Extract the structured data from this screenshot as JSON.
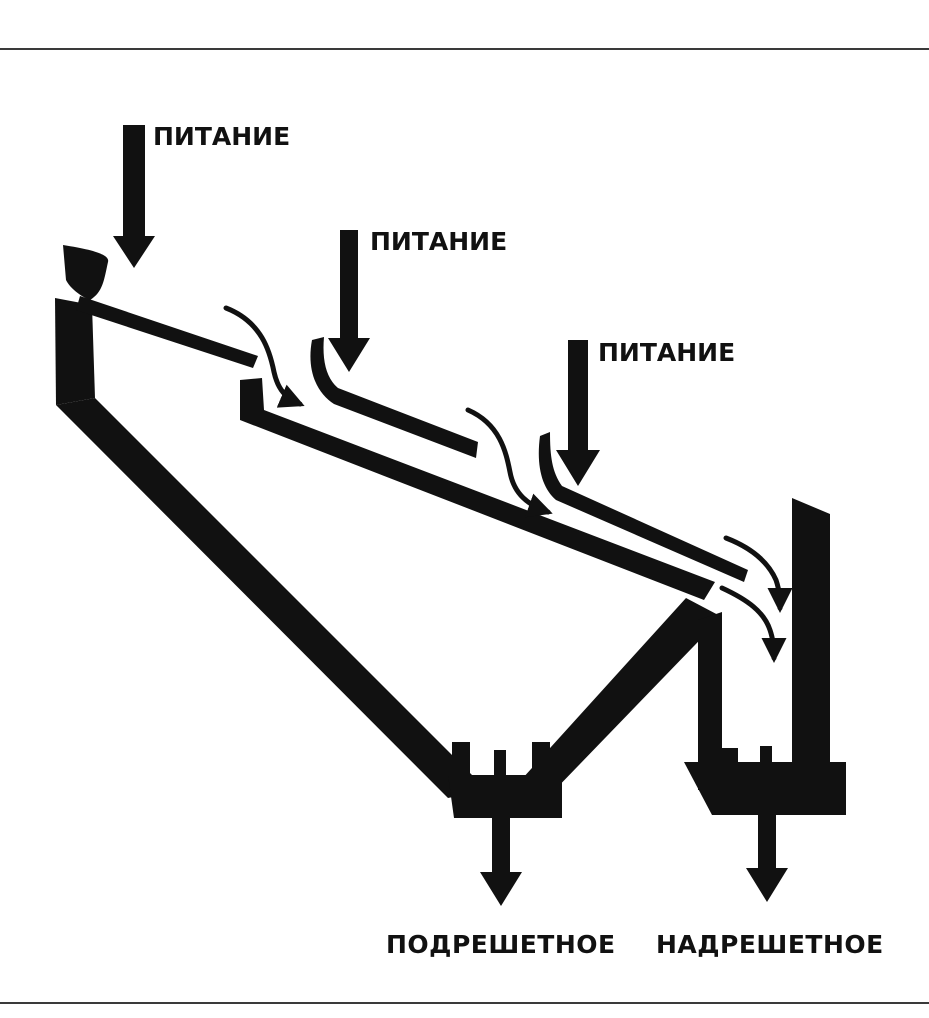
{
  "labels": {
    "feed_1": "ПИТАНИЕ",
    "feed_2": "ПИТАНИЕ",
    "feed_3": "ПИТАНИЕ",
    "undersize": "ПОДРЕШЕТНОЕ",
    "oversize": "НАДРЕШЕТНОЕ"
  },
  "colors": {
    "ink": "#111111",
    "background": "#ffffff"
  }
}
